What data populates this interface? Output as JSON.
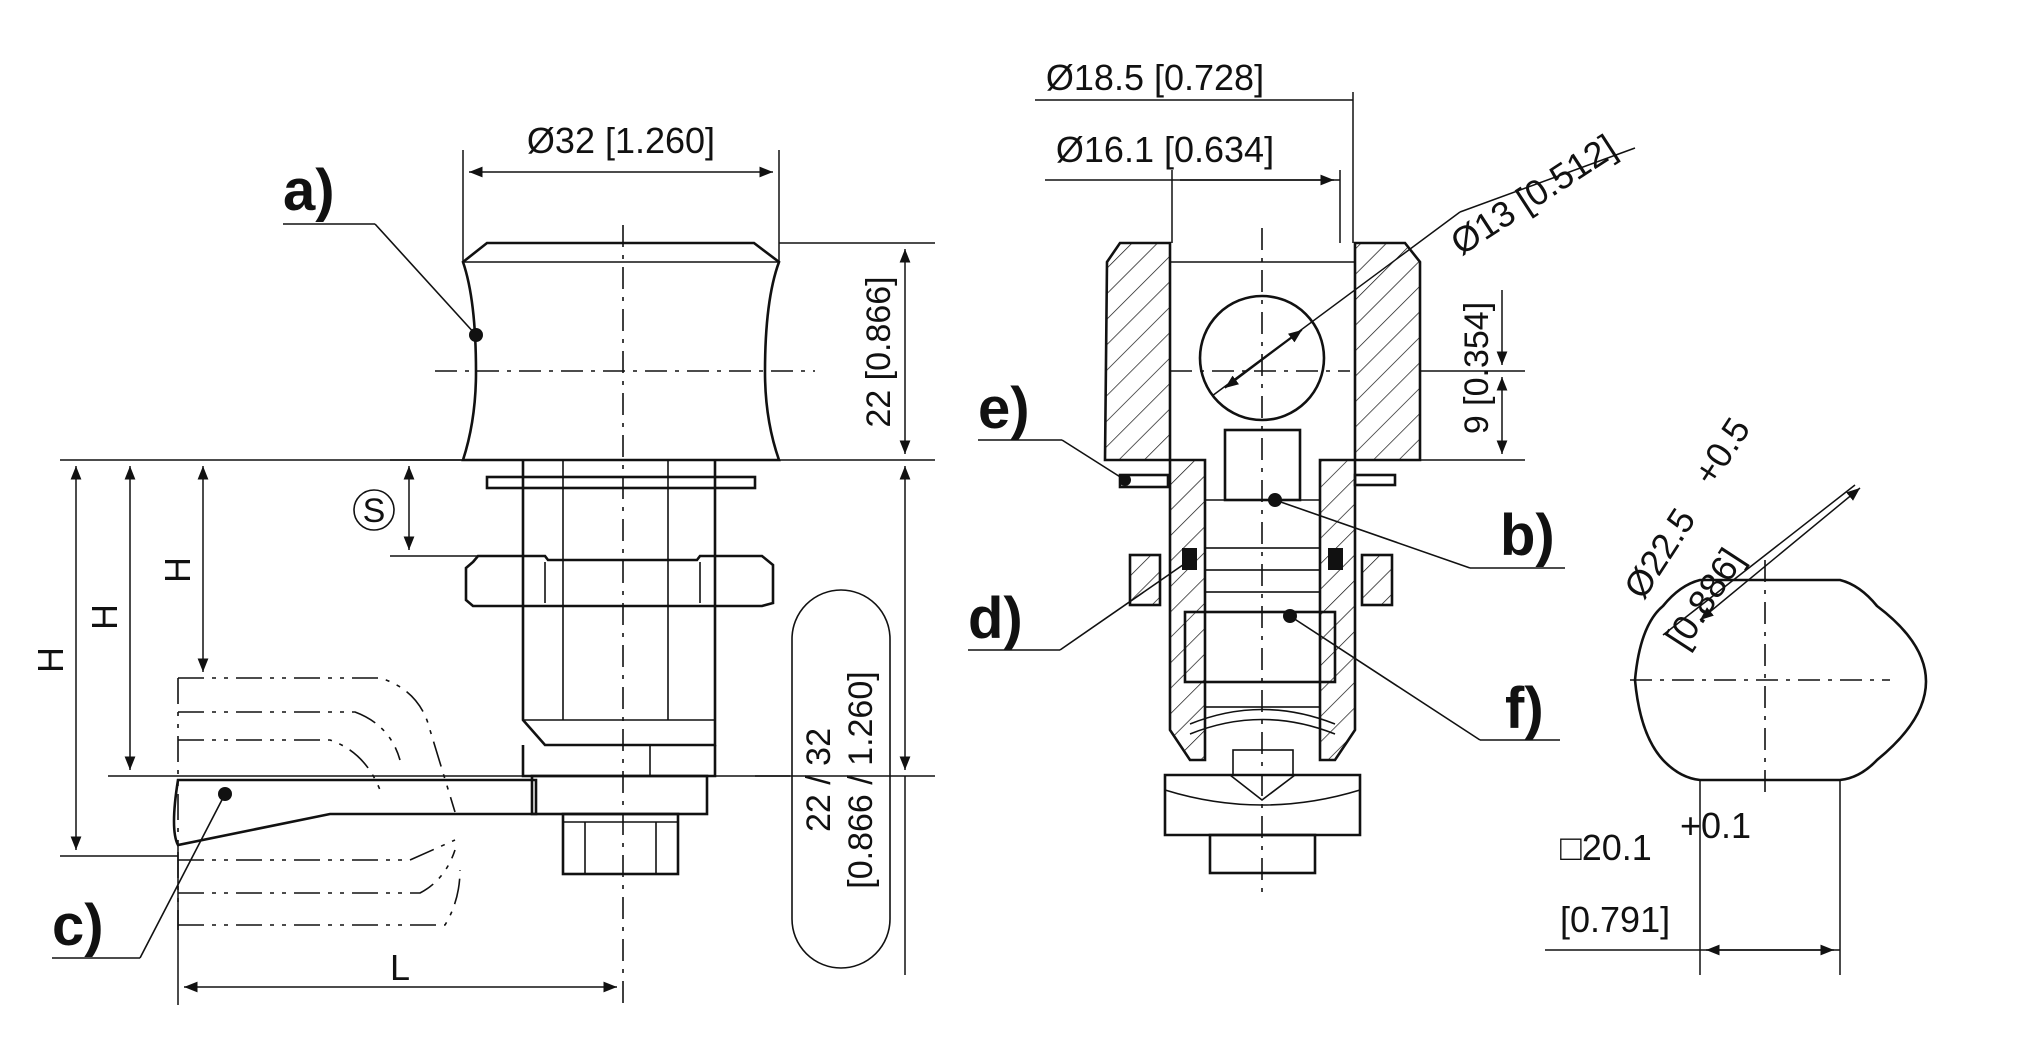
{
  "labels": {
    "a": "a)",
    "b": "b)",
    "c": "c)",
    "d": "d)",
    "e": "e)",
    "f": "f)"
  },
  "dimensions": {
    "dia_32": "Ø32 [1.260]",
    "height_22": "22 [0.866]",
    "s_symbol": "S",
    "h": "H",
    "l": "L",
    "range_top": "22 / 32",
    "range_bottom": "[0.866 / 1.260]",
    "dia_18_5": "Ø18.5 [0.728]",
    "dia_16_1": "Ø16.1 [0.634]",
    "dia_13": "Ø13 [0.512]",
    "height_9": "9 [0.354]",
    "dia_22_5": "Ø22.5",
    "dia_22_5_tol": "+0.5",
    "dia_22_5_inch": "[0.886]",
    "sq_20_1": "□20.1",
    "sq_20_1_tol": "+0.1",
    "sq_20_1_inch": "[0.791]"
  }
}
